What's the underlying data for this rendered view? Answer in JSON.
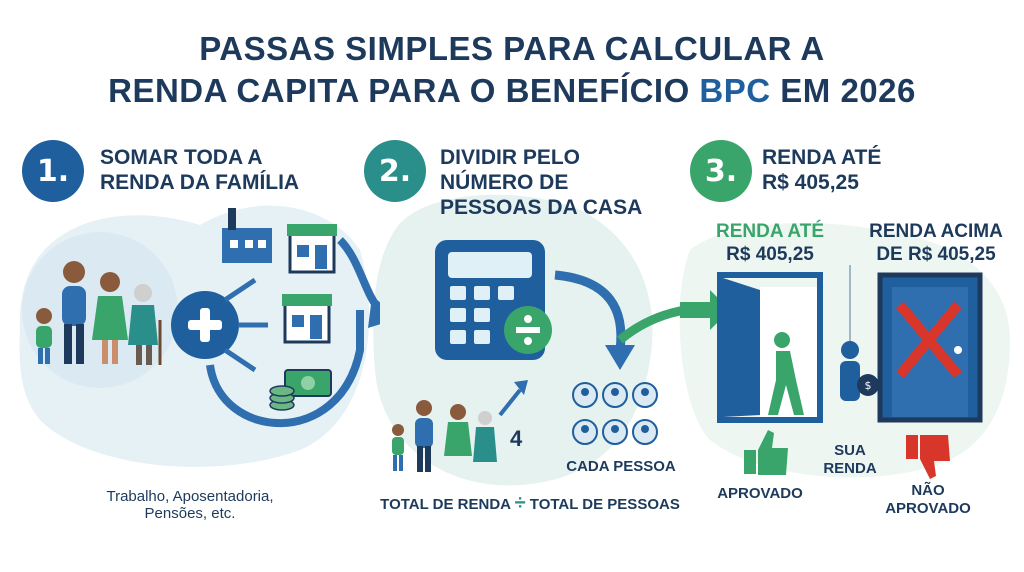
{
  "title": {
    "line1_part1": "PASSAS SIMPLES PARA ",
    "line1_part2": "CALCULAR A",
    "line2_part1": "RENDA CAPITA PARA O BENEFÍCIO ",
    "line2_hl": "BPC",
    "line2_part2": " EM 2026"
  },
  "steps": [
    {
      "number": "1.",
      "title_l1": "SOMAR TODA A",
      "title_l2": "RENDA DA FAMÍLIA",
      "color": "#1f5f9e"
    },
    {
      "number": "2.",
      "title_l1": "DIVIDIR PELO",
      "title_l2": "NÚMERO DE",
      "title_l3": "PESSOAS DA CASA",
      "color": "#2a8f8a"
    },
    {
      "number": "3.",
      "title_l1": "RENDA ATÉ",
      "title_l2": "R$ 405,25",
      "color": "#3aa56a"
    }
  ],
  "step1": {
    "caption_l1": "Trabalho, Aposentadoria,",
    "caption_l2": "Pensões, etc."
  },
  "step2": {
    "count": "4",
    "each_person": "CADA PESSOA",
    "formula_left": "TOTAL DE RENDA",
    "formula_op": "÷",
    "formula_right": "TOTAL DE PESSOAS"
  },
  "step3": {
    "left_title_l1": "RENDA ATÉ",
    "left_title_l2": "R$ 405,25",
    "right_title_l1": "RENDA ACIMA",
    "right_title_l2": "DE R$ 405,25",
    "approved": "APROVADO",
    "your_income_l1": "SUA",
    "your_income_l2": "RENDA",
    "not_approved_l1": "NÃO",
    "not_approved_l2": "APROVADO"
  },
  "colors": {
    "navy": "#1d3a5c",
    "blue": "#1f5f9e",
    "teal": "#2a8f8a",
    "green": "#3aa56a",
    "red": "#d9362b",
    "bg_blob": "#e6f1f5"
  },
  "icons": [
    "factory-icon",
    "store-icon",
    "money-icon",
    "plus-icon",
    "calculator-icon",
    "divide-icon",
    "person-group-icon",
    "open-door-icon",
    "closed-door-icon",
    "thumbs-up-icon",
    "thumbs-down-icon",
    "money-bag-icon",
    "x-mark-icon",
    "arrow-icon"
  ]
}
